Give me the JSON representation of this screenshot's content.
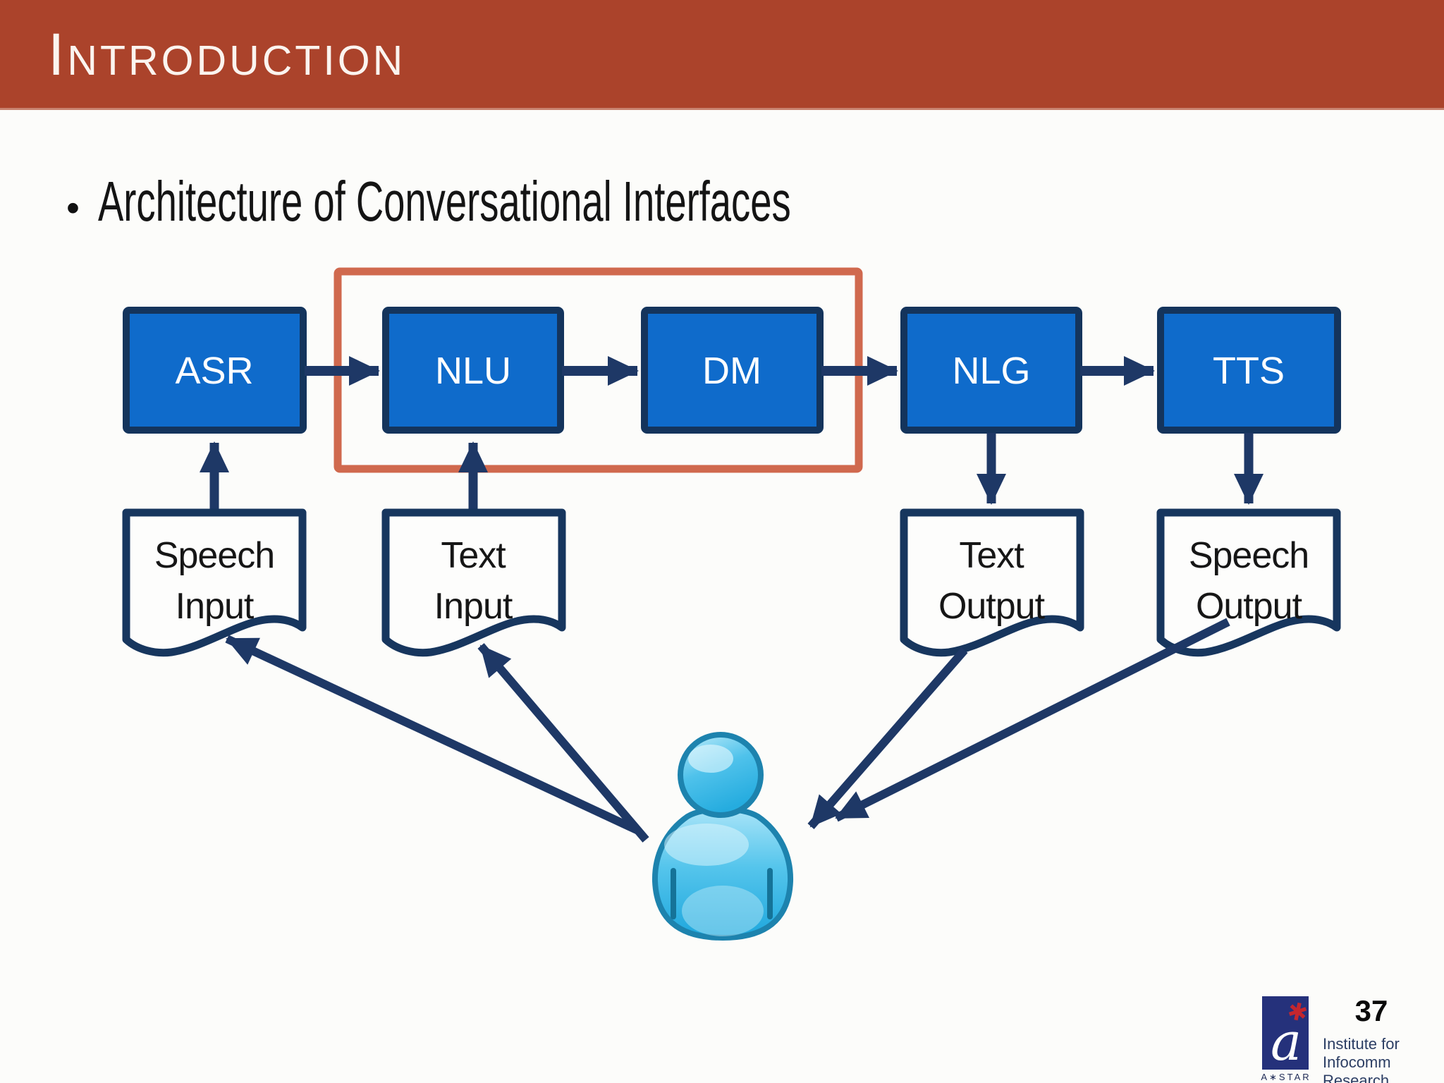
{
  "slide": {
    "title": "Introduction",
    "bullet_marker": "•",
    "bullet_text": "Architecture of Conversational Interfaces",
    "page_number": "37"
  },
  "diagram": {
    "boxes": [
      {
        "id": "asr",
        "label": "ASR"
      },
      {
        "id": "nlu",
        "label": "NLU"
      },
      {
        "id": "dm",
        "label": "DM"
      },
      {
        "id": "nlg",
        "label": "NLG"
      },
      {
        "id": "tts",
        "label": "TTS"
      }
    ],
    "documents": [
      {
        "id": "speech-input",
        "lines": [
          "Speech",
          "Input"
        ]
      },
      {
        "id": "text-input",
        "lines": [
          "Text",
          "Input"
        ]
      },
      {
        "id": "text-output",
        "lines": [
          "Text",
          "Output"
        ]
      },
      {
        "id": "speech-output",
        "lines": [
          "Speech",
          "Output"
        ]
      }
    ],
    "person_icon": "user-icon",
    "highlight_frame": "nlu-dm-highlight"
  },
  "footer": {
    "logo_letter": "a",
    "logo_star_icon": "star-icon",
    "logo_brand": "A∗STAR",
    "institute_line1": "Institute for",
    "institute_line2": "Infocomm Research"
  },
  "colors": {
    "header_bg": "#AB432B",
    "box_fill": "#0F6BCB",
    "box_border": "#14345C",
    "connector_navy": "#1E3866",
    "highlight_frame": "#D0694E",
    "doc_fill": "#FDFDFC",
    "person_fill": "#45BDE9",
    "person_outline": "#1D83AE",
    "logo_blue": "#25317B",
    "logo_red": "#C4262E",
    "institute_text": "#2C3E64"
  }
}
